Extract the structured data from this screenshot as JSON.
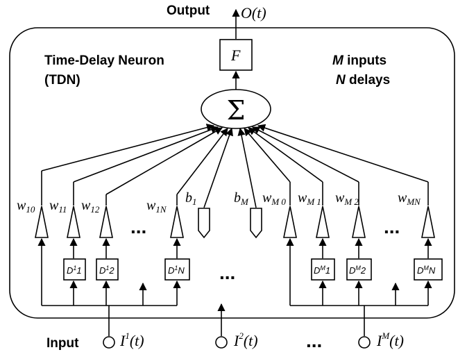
{
  "labels": {
    "output": "Output",
    "input": "Input",
    "title_line1": "Time-Delay Neuron",
    "title_line2": "(TDN)",
    "m_inputs_var": "M",
    "m_inputs_text": " inputs",
    "n_delays_var": "N",
    "n_delays_text": " delays",
    "output_func": "O(t)",
    "activation": "F",
    "sum_symbol": "Σ",
    "ellipsis": "..."
  },
  "weights": {
    "w10": {
      "base": "w",
      "sub": "10"
    },
    "w11": {
      "base": "w",
      "sub": "11"
    },
    "w12": {
      "base": "w",
      "sub": "12"
    },
    "w1N": {
      "base": "w",
      "sub": "1N"
    },
    "b1": {
      "base": "b",
      "sub": "1"
    },
    "bM": {
      "base": "b",
      "sub": "M"
    },
    "wM0": {
      "base": "w",
      "sub": "M 0"
    },
    "wM1": {
      "base": "w",
      "sub": "M 1"
    },
    "wM2": {
      "base": "w",
      "sub": "M 2"
    },
    "wMN": {
      "base": "w",
      "sub": "MN"
    }
  },
  "delays": {
    "d11": {
      "base": "D",
      "sup": "1",
      "sub": "1"
    },
    "d12": {
      "base": "D",
      "sup": "1",
      "sub": "2"
    },
    "d1N": {
      "base": "D",
      "sup": "1",
      "sub": "N"
    },
    "dM1": {
      "base": "D",
      "sup": "M",
      "sub": "1"
    },
    "dM2": {
      "base": "D",
      "sup": "M",
      "sub": "2"
    },
    "dMN": {
      "base": "D",
      "sup": "M",
      "sub": "N"
    }
  },
  "inputs": {
    "i1": {
      "base": "I",
      "sup": "1",
      "rest": "(t)"
    },
    "i2": {
      "base": "I",
      "sup": "2",
      "rest": "(t)"
    },
    "iM": {
      "base": "I",
      "sup": "M",
      "rest": "(t)"
    }
  }
}
